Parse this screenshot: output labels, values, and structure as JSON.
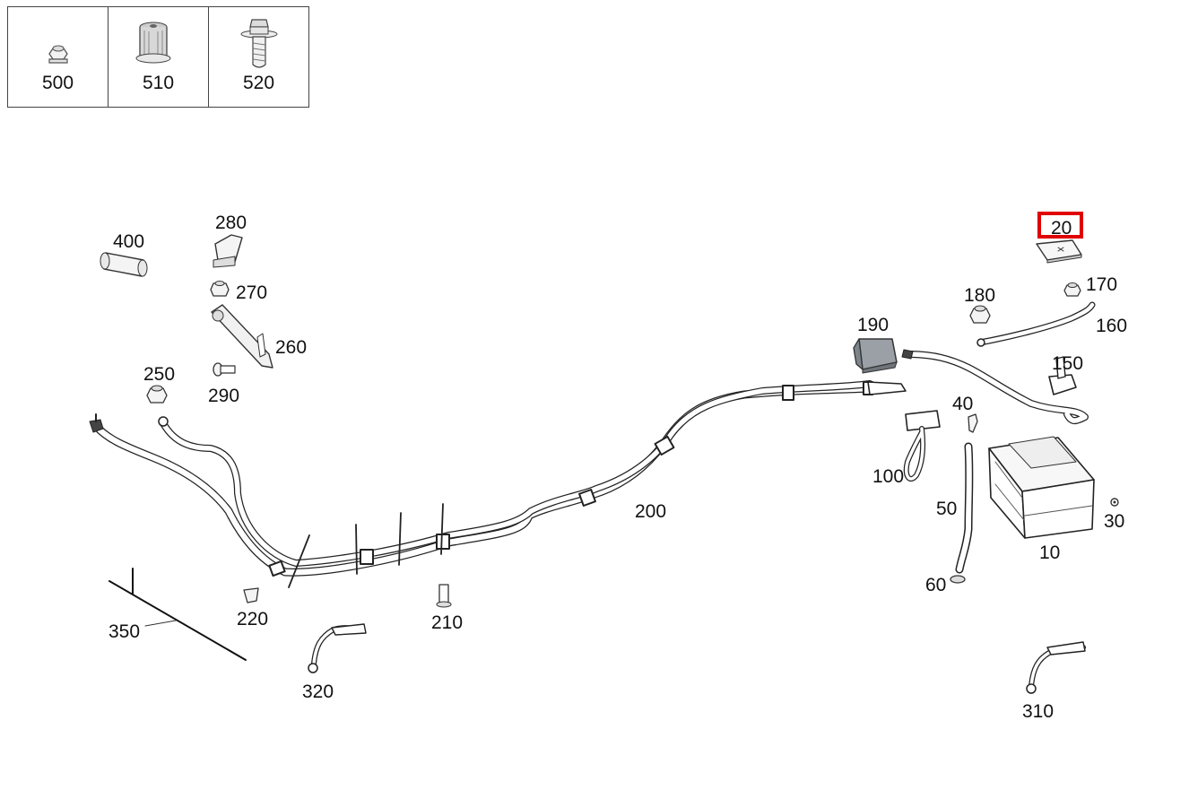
{
  "legend": {
    "items": [
      {
        "number": "500",
        "icon": "hex-nut-icon"
      },
      {
        "number": "510",
        "icon": "sleeve-nut-icon"
      },
      {
        "number": "520",
        "icon": "screw-bolt-icon"
      }
    ]
  },
  "labels": {
    "p10": "10",
    "p20": "20",
    "p30": "30",
    "p40": "40",
    "p50": "50",
    "p60": "60",
    "p100": "100",
    "p150": "150",
    "p160": "160",
    "p170": "170",
    "p180": "180",
    "p190": "190",
    "p200": "200",
    "p210": "210",
    "p220": "220",
    "p250": "250",
    "p260": "260",
    "p270": "270",
    "p280": "280",
    "p290": "290",
    "p310": "310",
    "p320": "320",
    "p350": "350",
    "p400": "400"
  },
  "highlight": {
    "part": "20",
    "color": "#e00000"
  }
}
